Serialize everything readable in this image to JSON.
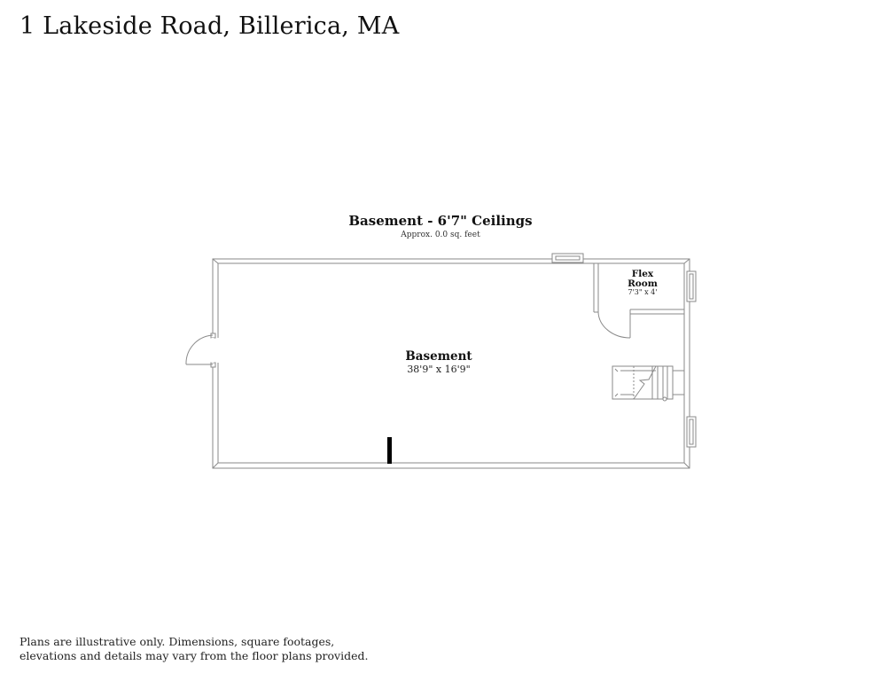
{
  "header": {
    "title": "1 Lakeside Road, Billerica, MA"
  },
  "plan": {
    "title": "Basement - 6'7\" Ceilings",
    "area": "Approx. 0.0 sq. feet",
    "rooms": [
      {
        "name": "Basement",
        "dimensions": "38'9\" x 16'9\""
      },
      {
        "name_line1": "Flex",
        "name_line2": "Room",
        "dimensions": "7'3\" x 4'"
      }
    ],
    "colors": {
      "wall": "#8a8a8a",
      "fill": "#ffffff",
      "marker": "#000000"
    }
  },
  "footer": {
    "line1": "Plans are illustrative only. Dimensions, square footages,",
    "line2": "elevations and details may vary from the floor plans provided."
  }
}
